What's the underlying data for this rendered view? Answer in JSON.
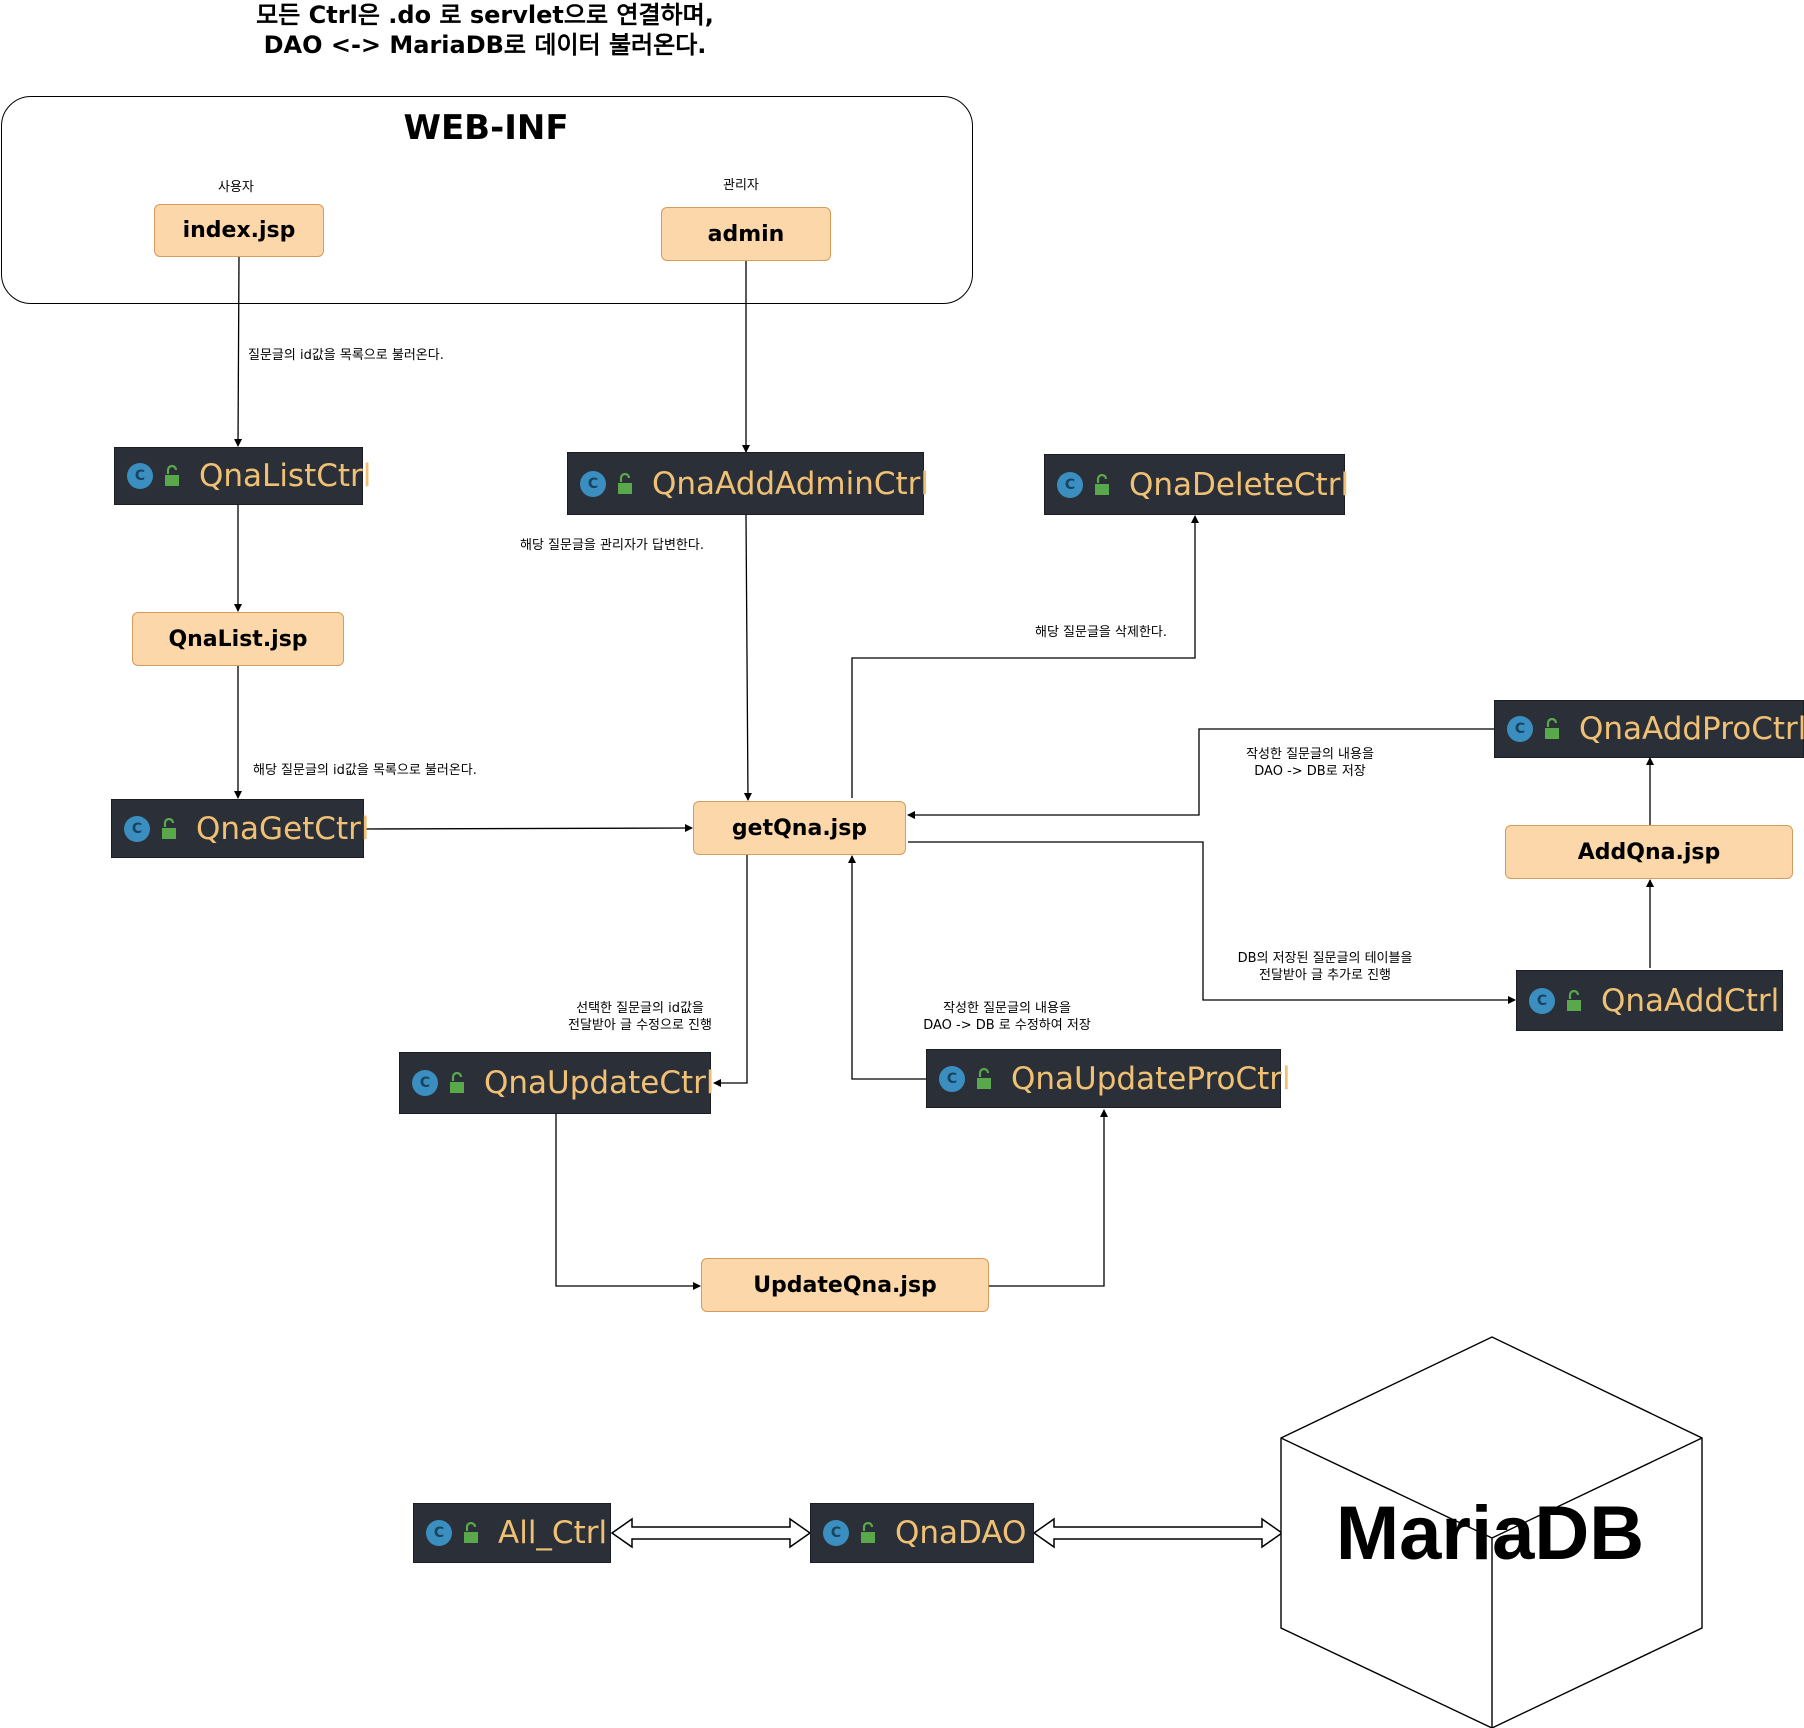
{
  "header": {
    "line1": "모든 Ctrl은 .do 로 servlet으로 연결하며,",
    "line2": "DAO <-> MariaDB로 데이터 불러온다."
  },
  "webinf": {
    "title": "WEB-INF",
    "user_label": "사용자",
    "admin_label": "관리자"
  },
  "nodes": {
    "index_jsp": "index.jsp",
    "admin": "admin",
    "qna_list_ctrl": "QnaListCtrl",
    "qna_add_admin_ctrl": "QnaAddAdminCtrl",
    "qna_delete_ctrl": "QnaDeleteCtrl",
    "qna_list_jsp": "QnaList.jsp",
    "qna_add_pro_ctrl": "QnaAddProCtrl",
    "qna_get_ctrl": "QnaGetCtrl",
    "get_qna_jsp": "getQna.jsp",
    "add_qna_jsp": "AddQna.jsp",
    "qna_add_ctrl": "QnaAddCtrl",
    "qna_update_ctrl": "QnaUpdateCtrl",
    "qna_update_pro_ctrl": "QnaUpdateProCtrl",
    "update_qna_jsp": "UpdateQna.jsp",
    "all_ctrl": "All_Ctrl",
    "qna_dao": "QnaDAO",
    "mariadb": "MariaDB",
    "class_icon_letter": "C"
  },
  "edge_labels": {
    "index_to_list": "질문글의 id값을 목록으로 불러온다.",
    "admin_answer": "해당 질문글을 관리자가 답변한다.",
    "delete": "해당 질문글을 삭제한다.",
    "list_to_get": "해당 질문글의 id값을 목록으로 불러온다.",
    "add_pro_line1": "작성한 질문글의 내용을",
    "add_pro_line2": "DAO -> DB로 저장",
    "add_line1": "DB의 저장된 질문글의 테이블을",
    "add_line2": "전달받아 글 추가로 진행",
    "update_line1": "선택한 질문글의 id값을",
    "update_line2": "전달받아 글 수정으로 진행",
    "update_pro_line1": "작성한 질문글의 내용을",
    "update_pro_line2": "DAO -> DB 로 수정하여 저장"
  },
  "colors": {
    "jsp_fill": "#fbd7aa",
    "jsp_border": "#d79b5b",
    "ctrl_fill": "#2b3038",
    "ctrl_text": "#f0c174",
    "class_icon": "#3a8fc0",
    "lock_icon": "#59a84b"
  }
}
